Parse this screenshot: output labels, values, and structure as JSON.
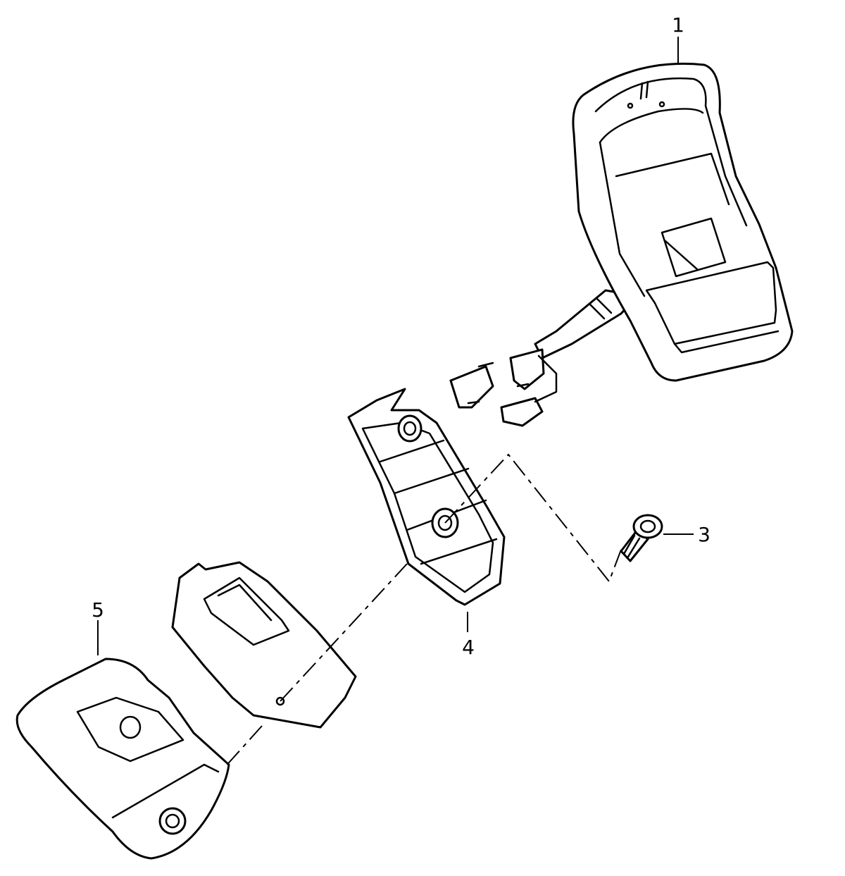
{
  "callouts": {
    "part_1": "1",
    "part_3": "3",
    "part_4": "4",
    "part_5": "5"
  }
}
